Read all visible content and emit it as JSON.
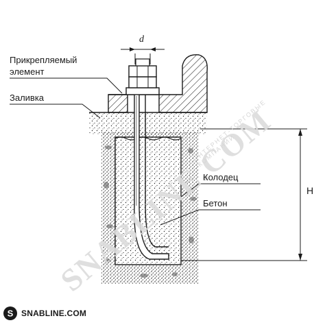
{
  "labels": {
    "attached_element_line1": "Прикрепляемый",
    "attached_element_line2": "элемент",
    "grout": "Заливка",
    "well": "Колодец",
    "concrete": "Бетон",
    "dim_d": "d",
    "dim_h": "H"
  },
  "watermark": {
    "main": "SNABLINE.COM",
    "sub": "ИНТЕРНЕТ-ТОРГОВЫЕ КОМПАНИИ"
  },
  "footer": {
    "brand": "SNABLINE.COM",
    "icon": "s-logo-icon"
  },
  "colors": {
    "line": "#1a1a1a",
    "watermark": "#dcdcdc",
    "brand_circle": "#1a1a1a"
  }
}
